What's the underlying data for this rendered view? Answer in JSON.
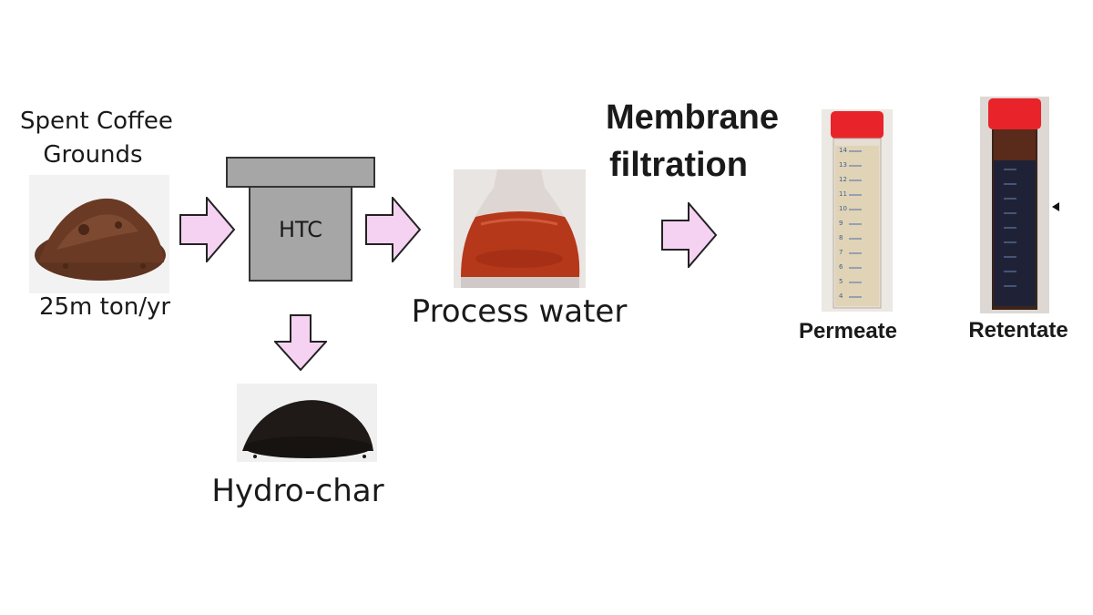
{
  "feedstock": {
    "title_line1": "Spent Coffee",
    "title_line2": "Grounds",
    "amount": "25m ton/yr"
  },
  "reactor": {
    "label": "HTC"
  },
  "products": {
    "liquid": "Process water",
    "solid": "Hydro-char"
  },
  "separation": {
    "line1": "Membrane",
    "line2": "filtration"
  },
  "tubes": {
    "permeate": "Permeate",
    "retentate": "Retentate",
    "scale_marks": [
      "14",
      "13",
      "12",
      "11",
      "10",
      "9",
      "8",
      "7",
      "6",
      "5",
      "4"
    ]
  },
  "colors": {
    "arrow_fill": "#f6d2f2",
    "arrow_stroke": "#222222",
    "reactor_fill": "#a6a6a6",
    "cap_red": "#e8232a",
    "coffee_brown": "#6a3a24",
    "char_black": "#1f1a17",
    "water_amber": "#b5381a"
  }
}
